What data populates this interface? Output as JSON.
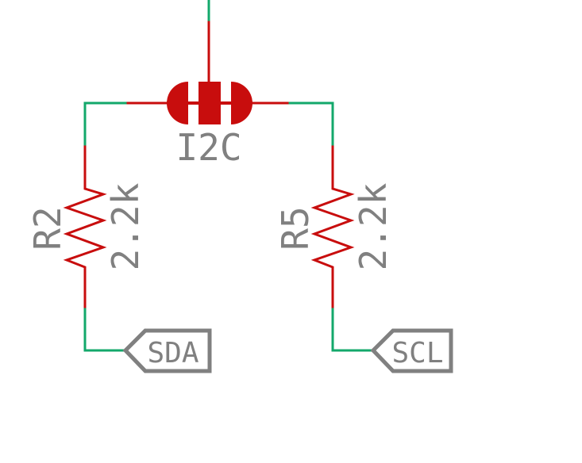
{
  "jumper": {
    "name": "I2C"
  },
  "resistors": [
    {
      "ref": "R2",
      "value": "2.2k"
    },
    {
      "ref": "R5",
      "value": "2.2k"
    }
  ],
  "net_labels": [
    {
      "name": "SDA"
    },
    {
      "name": "SCL"
    }
  ],
  "colors": {
    "wire": "#13a86b",
    "pin": "#c80d0d",
    "label": "#808080"
  }
}
